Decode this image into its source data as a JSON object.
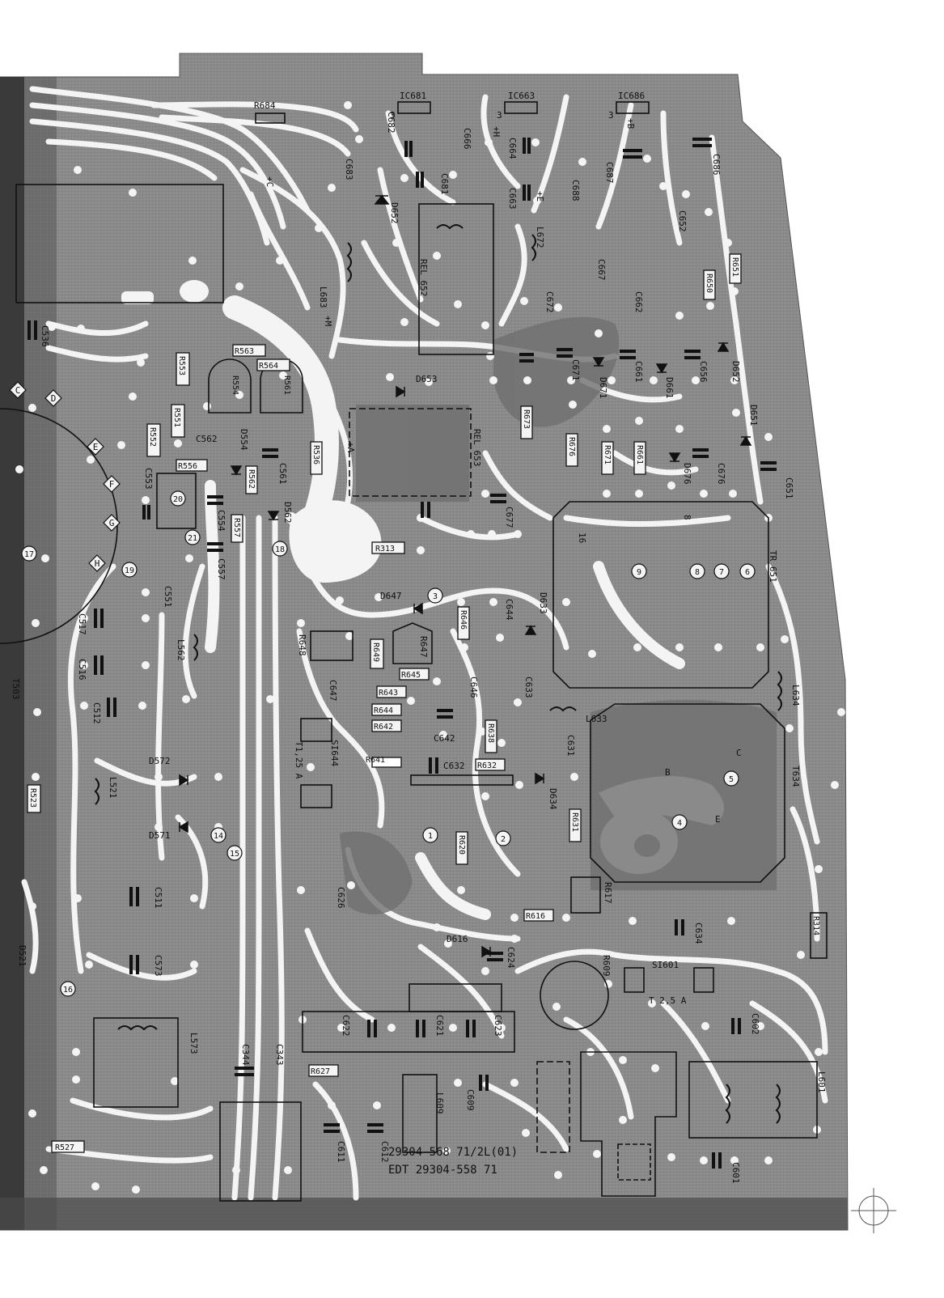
{
  "colors": {
    "paper": "#ffffff",
    "board": "#8a8a8a",
    "board_dark": "#6f6f6f",
    "trace": "#f4f4f4",
    "ink": "#111111"
  },
  "board_prints": {
    "part_number": "29304-568 71/2L(01)",
    "edt_number": "EDT 29304-558 71"
  },
  "components": [
    {
      "id": "r684",
      "label": "R684"
    },
    {
      "id": "ic681",
      "label": "IC681"
    },
    {
      "id": "ic663",
      "label": "IC663"
    },
    {
      "id": "ic686",
      "label": "IC686"
    },
    {
      "id": "c682",
      "label": "C682"
    },
    {
      "id": "c683",
      "label": "C683"
    },
    {
      "id": "c681",
      "label": "C681"
    },
    {
      "id": "c666",
      "label": "C666"
    },
    {
      "id": "c664",
      "label": "C664"
    },
    {
      "id": "c663",
      "label": "C663"
    },
    {
      "id": "c688",
      "label": "C688"
    },
    {
      "id": "c687",
      "label": "C687"
    },
    {
      "id": "c686",
      "label": "C686"
    },
    {
      "id": "c652",
      "label": "C652"
    },
    {
      "id": "d652a",
      "label": "D652"
    },
    {
      "id": "l672",
      "label": "L672"
    },
    {
      "id": "rel652",
      "label": "REL 652"
    },
    {
      "id": "c667",
      "label": "C667"
    },
    {
      "id": "c662",
      "label": "C662"
    },
    {
      "id": "c672",
      "label": "C672"
    },
    {
      "id": "r651",
      "label": "R651"
    },
    {
      "id": "r650",
      "label": "R650"
    },
    {
      "id": "l683",
      "label": "L683"
    },
    {
      "id": "c536",
      "label": "C536"
    },
    {
      "id": "r553",
      "label": "R553"
    },
    {
      "id": "r563",
      "label": "R563"
    },
    {
      "id": "r564",
      "label": "R564"
    },
    {
      "id": "r554",
      "label": "R554"
    },
    {
      "id": "r561",
      "label": "R561"
    },
    {
      "id": "d653",
      "label": "D653"
    },
    {
      "id": "c671",
      "label": "C671"
    },
    {
      "id": "d671",
      "label": "D671"
    },
    {
      "id": "c661",
      "label": "C661"
    },
    {
      "id": "d661",
      "label": "D661"
    },
    {
      "id": "c656",
      "label": "C656"
    },
    {
      "id": "d652b",
      "label": "D652"
    },
    {
      "id": "r552",
      "label": "R552"
    },
    {
      "id": "r551",
      "label": "R551"
    },
    {
      "id": "c562",
      "label": "C562"
    },
    {
      "id": "d554",
      "label": "D554"
    },
    {
      "id": "r556",
      "label": "R556"
    },
    {
      "id": "r562",
      "label": "R562"
    },
    {
      "id": "c561",
      "label": "C561"
    },
    {
      "id": "r536",
      "label": "R536"
    },
    {
      "id": "rel653",
      "label": "REL 653"
    },
    {
      "id": "r673",
      "label": "R673"
    },
    {
      "id": "r676",
      "label": "R676"
    },
    {
      "id": "r671",
      "label": "R671"
    },
    {
      "id": "r661",
      "label": "R661"
    },
    {
      "id": "d676",
      "label": "D676"
    },
    {
      "id": "c676",
      "label": "C676"
    },
    {
      "id": "d651",
      "label": "D651"
    },
    {
      "id": "c651",
      "label": "C651"
    },
    {
      "id": "c553",
      "label": "C553"
    },
    {
      "id": "c554",
      "label": "C554"
    },
    {
      "id": "r557",
      "label": "R557"
    },
    {
      "id": "d562",
      "label": "D562"
    },
    {
      "id": "c557",
      "label": "C557"
    },
    {
      "id": "c677",
      "label": "C677"
    },
    {
      "id": "r313",
      "label": "R313"
    },
    {
      "id": "tr651",
      "label": "TR 651"
    },
    {
      "id": "c551",
      "label": "C551"
    },
    {
      "id": "d647",
      "label": "D647"
    },
    {
      "id": "c644",
      "label": "C644"
    },
    {
      "id": "d633",
      "label": "D633"
    },
    {
      "id": "r648",
      "label": "R648"
    },
    {
      "id": "r647",
      "label": "R647"
    },
    {
      "id": "r649",
      "label": "R649"
    },
    {
      "id": "r646",
      "label": "R646"
    },
    {
      "id": "r645",
      "label": "R645"
    },
    {
      "id": "c517",
      "label": "C517"
    },
    {
      "id": "c516",
      "label": "C516"
    },
    {
      "id": "l562",
      "label": "L562"
    },
    {
      "id": "c646",
      "label": "C646"
    },
    {
      "id": "c633",
      "label": "C633"
    },
    {
      "id": "l634",
      "label": "L634"
    },
    {
      "id": "r643",
      "label": "R643"
    },
    {
      "id": "c647",
      "label": "C647"
    },
    {
      "id": "r644",
      "label": "R644"
    },
    {
      "id": "r642",
      "label": "R642"
    },
    {
      "id": "l633",
      "label": "L633"
    },
    {
      "id": "t503",
      "label": "T503"
    },
    {
      "id": "c512",
      "label": "C512"
    },
    {
      "id": "si644",
      "label": "SI644"
    },
    {
      "id": "t125a_1",
      "label": "T1,25 A"
    },
    {
      "id": "c642",
      "label": "C642"
    },
    {
      "id": "r638",
      "label": "R638"
    },
    {
      "id": "c631",
      "label": "C631"
    },
    {
      "id": "r641",
      "label": "R641"
    },
    {
      "id": "c632",
      "label": "C632"
    },
    {
      "id": "r632",
      "label": "R632"
    },
    {
      "id": "t634",
      "label": "T634"
    },
    {
      "id": "d572",
      "label": "D572"
    },
    {
      "id": "l521",
      "label": "L521"
    },
    {
      "id": "r523",
      "label": "R523"
    },
    {
      "id": "d634",
      "label": "D634"
    },
    {
      "id": "r631",
      "label": "R631"
    },
    {
      "id": "d571",
      "label": "D571"
    },
    {
      "id": "r620",
      "label": "R620"
    },
    {
      "id": "c626",
      "label": "C626"
    },
    {
      "id": "r617",
      "label": "R617"
    },
    {
      "id": "r314",
      "label": "R314"
    },
    {
      "id": "c511",
      "label": "C511"
    },
    {
      "id": "r616",
      "label": "R616"
    },
    {
      "id": "c634",
      "label": "C634"
    },
    {
      "id": "d616",
      "label": "D616"
    },
    {
      "id": "c624",
      "label": "C624"
    },
    {
      "id": "d521",
      "label": "D521"
    },
    {
      "id": "c573",
      "label": "C573"
    },
    {
      "id": "r609",
      "label": "R609"
    },
    {
      "id": "si601",
      "label": "SI601"
    },
    {
      "id": "t25a",
      "label": "T 2,5 A"
    },
    {
      "id": "c622",
      "label": "C622"
    },
    {
      "id": "c621",
      "label": "C621"
    },
    {
      "id": "c623",
      "label": "C623"
    },
    {
      "id": "c602",
      "label": "C602"
    },
    {
      "id": "l573",
      "label": "L573"
    },
    {
      "id": "c344",
      "label": "C344"
    },
    {
      "id": "c343",
      "label": "C343"
    },
    {
      "id": "r627",
      "label": "R627"
    },
    {
      "id": "c609",
      "label": "C609"
    },
    {
      "id": "l609",
      "label": "L609"
    },
    {
      "id": "l601",
      "label": "L601"
    },
    {
      "id": "r527",
      "label": "R527"
    },
    {
      "id": "c611",
      "label": "C611"
    },
    {
      "id": "c612",
      "label": "C612"
    },
    {
      "id": "c601",
      "label": "C601"
    }
  ],
  "pin_labels": [
    {
      "id": "p20",
      "label": "20"
    },
    {
      "id": "p21",
      "label": "21"
    },
    {
      "id": "p19",
      "label": "19"
    },
    {
      "id": "p18",
      "label": "18"
    },
    {
      "id": "p17",
      "label": "17"
    },
    {
      "id": "p16",
      "label": "16"
    },
    {
      "id": "p14",
      "label": "14"
    },
    {
      "id": "p15",
      "label": "15"
    },
    {
      "id": "p3",
      "label": "3"
    },
    {
      "id": "p9",
      "label": "9"
    },
    {
      "id": "p8",
      "label": "8"
    },
    {
      "id": "p7",
      "label": "7"
    },
    {
      "id": "p6",
      "label": "6"
    },
    {
      "id": "p5",
      "label": "5"
    },
    {
      "id": "p4",
      "label": "4"
    },
    {
      "id": "p1",
      "label": "1"
    },
    {
      "id": "p2",
      "label": "2"
    }
  ],
  "connector_letters": [
    {
      "id": "kC",
      "label": "C"
    },
    {
      "id": "kD",
      "label": "D"
    },
    {
      "id": "kE",
      "label": "E"
    },
    {
      "id": "kF",
      "label": "F"
    },
    {
      "id": "kG",
      "label": "G"
    },
    {
      "id": "kH",
      "label": "H"
    }
  ],
  "misc_marks": [
    {
      "id": "m_plusC",
      "label": "+C"
    },
    {
      "id": "m_plusH",
      "label": "+H"
    },
    {
      "id": "m_plusE",
      "label": "+E"
    },
    {
      "id": "m_plusB",
      "label": "+B"
    },
    {
      "id": "m_plusA",
      "label": "+A"
    },
    {
      "id": "m_plusM",
      "label": "+M"
    },
    {
      "id": "m_B",
      "label": "B"
    },
    {
      "id": "m_E",
      "label": "E"
    },
    {
      "id": "m_C",
      "label": "C"
    },
    {
      "id": "m_16",
      "label": "16"
    },
    {
      "id": "m_3a",
      "label": "3"
    },
    {
      "id": "m_3b",
      "label": "3"
    },
    {
      "id": "m_3c",
      "label": "3"
    },
    {
      "id": "m_8",
      "label": "8"
    }
  ]
}
